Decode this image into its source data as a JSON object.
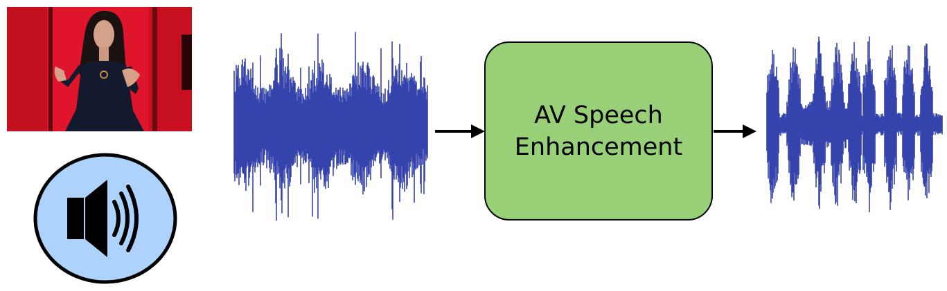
{
  "block": {
    "label_line1": "AV Speech",
    "label_line2": "Enhancement"
  },
  "icons": {
    "photo": "speaker-photo",
    "audio": "speaker-audio-icon",
    "input_waveform": "noisy-waveform",
    "output_waveform": "enhanced-waveform",
    "arrows": "right-arrow-icon"
  },
  "colors": {
    "waveform": "#3543ad",
    "block_fill": "#97d077",
    "speaker_circle_fill": "#add2fb",
    "photo_background": "#e0142a",
    "outline": "#000000"
  }
}
